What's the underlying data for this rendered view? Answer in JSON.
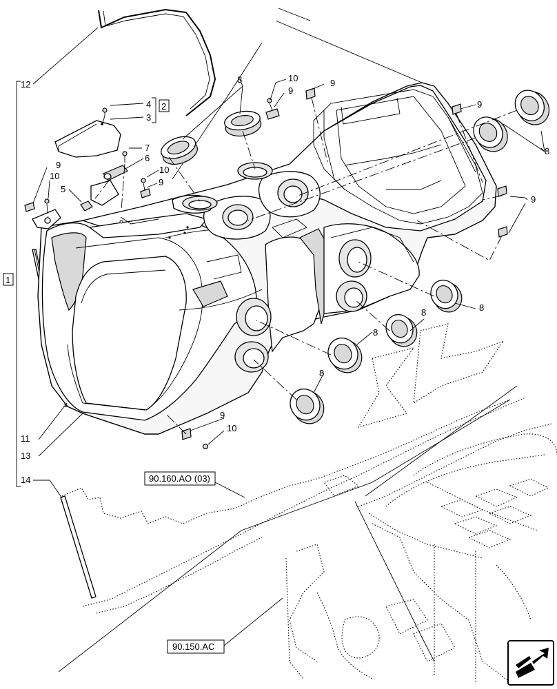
{
  "callouts": {
    "c1": "1",
    "c2": "2",
    "c3": "3",
    "c4": "4",
    "c5": "5",
    "c6": "6",
    "c7": "7",
    "c8a": "8",
    "c8b": "8",
    "c8c": "8",
    "c8d": "8",
    "c8e": "8",
    "c8f": "8",
    "c9a": "9",
    "c9b": "9",
    "c9c": "9",
    "c9d": "9",
    "c9e": "9",
    "c9f": "9",
    "c9g": "9",
    "c10a": "10",
    "c10b": "10",
    "c10c": "10",
    "c10d": "10",
    "c11": "11",
    "c12": "12",
    "c13": "13",
    "c14": "14"
  },
  "references": {
    "ref_cab": "90.160.AO (03)",
    "ref_floor": "90.150.AC"
  },
  "icons": {
    "nav_corner": "flip-arrow-icon"
  }
}
